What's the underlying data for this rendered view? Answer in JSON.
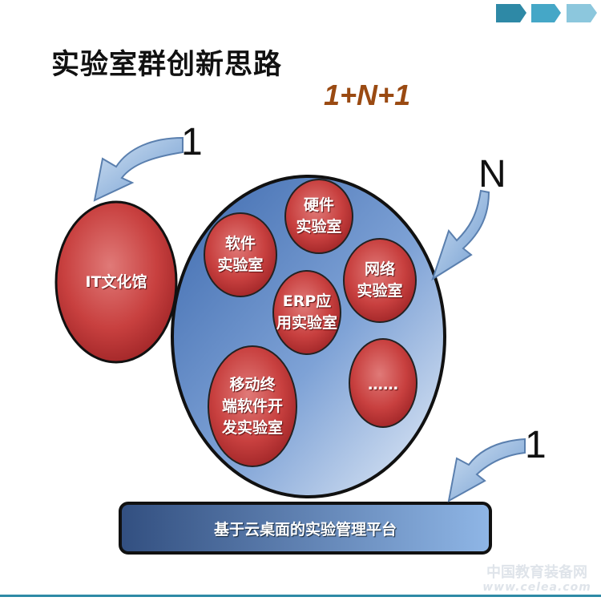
{
  "title": "实验室群创新思路",
  "formula": "1+N+1",
  "labels": {
    "left_one": "1",
    "n": "N",
    "bottom_one": "1"
  },
  "left_circle": "IT文化馆",
  "labs": {
    "hardware": "硬件\n实验室",
    "software": "软件\n实验室",
    "network": "网络\n实验室",
    "erp": "ERP应\n用实验室",
    "mobile": "移动终\n端软件开\n发实验室",
    "more": "……"
  },
  "platform": "基于云桌面的实验管理平台",
  "watermark": {
    "line1": "中国教育装备网",
    "line2": "www.celea.com"
  },
  "colors": {
    "red": "#c0393b",
    "blue": "#4a78b8",
    "accent": "#9a4a12",
    "teal": "#2e8aa6"
  }
}
